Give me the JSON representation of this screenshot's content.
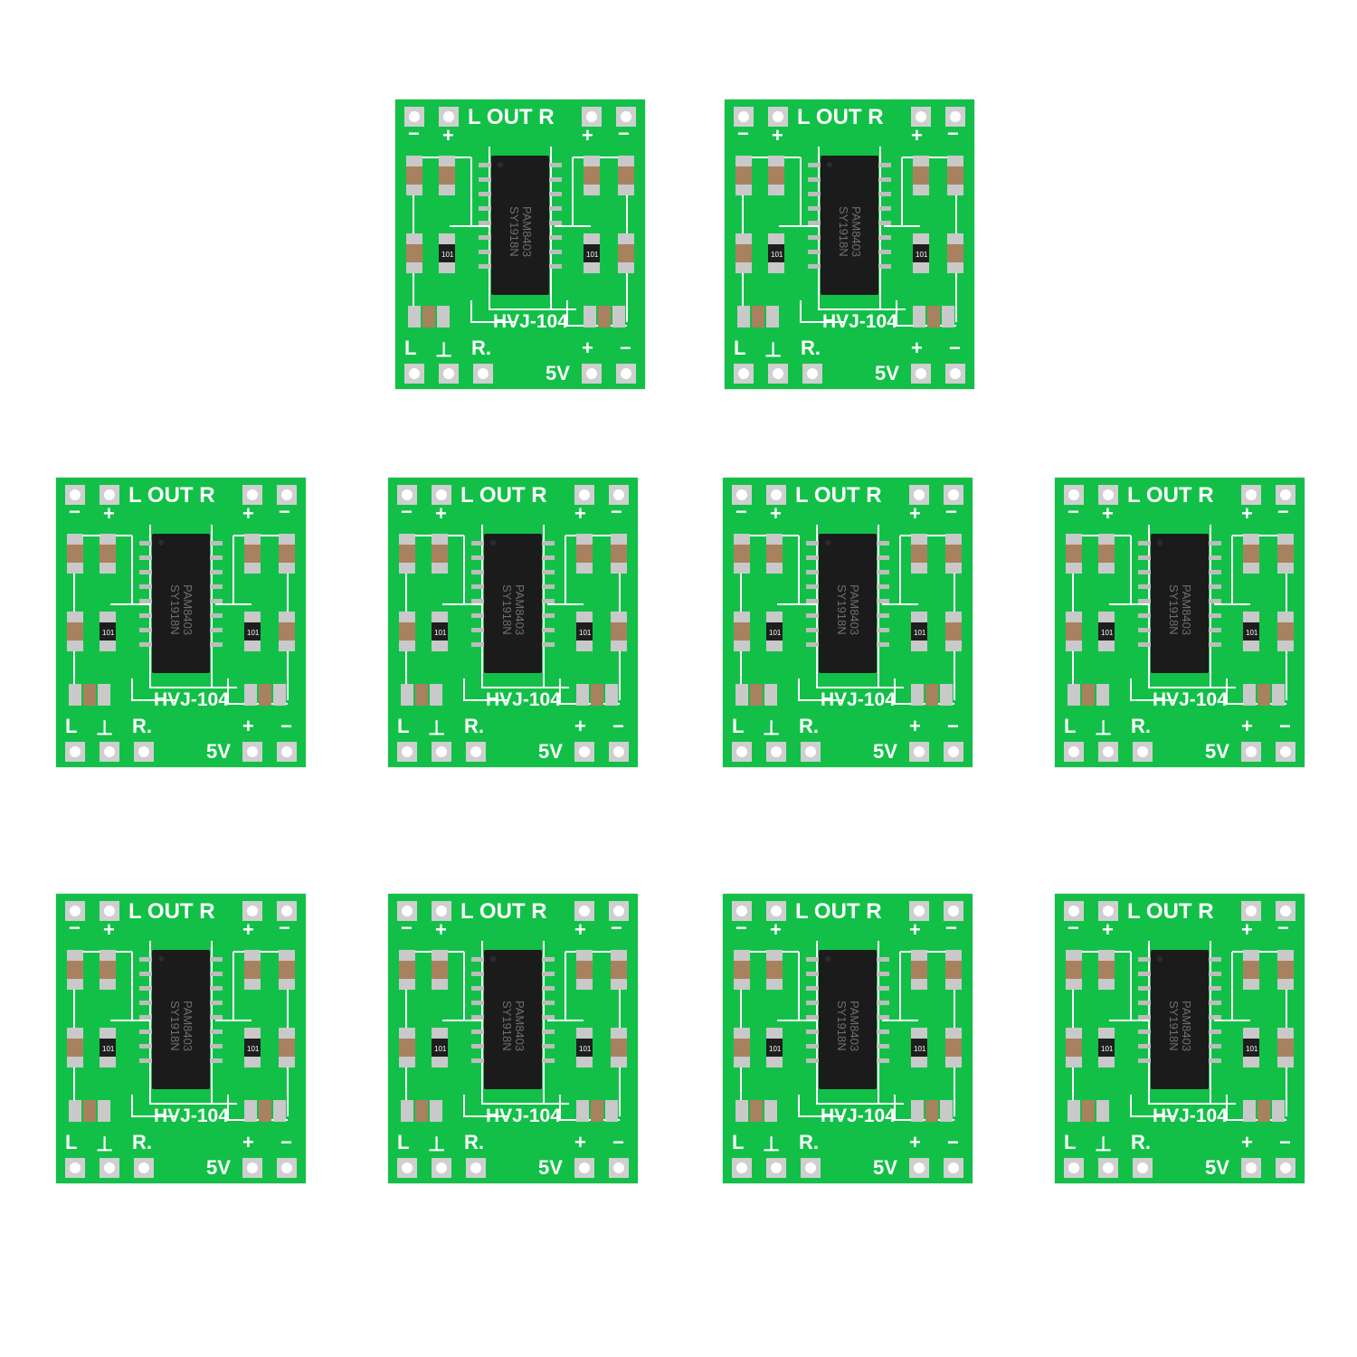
{
  "product": {
    "module_count": 10,
    "rows": [
      2,
      4,
      4
    ],
    "colors": {
      "pcb": "#12c048",
      "silkscreen": "#ffffff",
      "chip": "#1b1b1b",
      "pad": "#c9c9c9",
      "capacitor": "#a8825e",
      "background": "#ffffff"
    }
  },
  "board": {
    "top_label": "L OUT R",
    "chip_line1": "PAM8403",
    "chip_line2": "SY1918N",
    "model_label": "HVJ-104",
    "resistor_label": "101",
    "bottom_left_labels": [
      "L",
      "⊥",
      "R."
    ],
    "voltage_label": "5V",
    "plus_sign": "+",
    "minus_sign": "−"
  }
}
